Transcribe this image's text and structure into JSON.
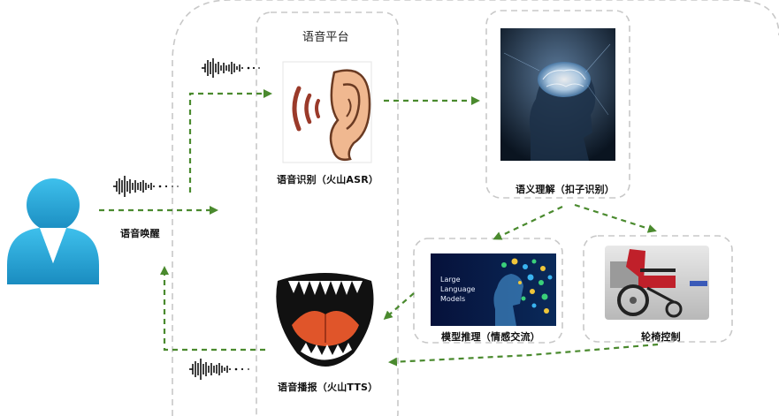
{
  "diagram": {
    "title": "语音平台",
    "labels": {
      "wake": "语音唤醒",
      "asr": "语音识别（火山ASR）",
      "nlu": "语义理解（扣子识别）",
      "llm": "模型推理（情感交流）",
      "wheelchair": "轮椅控制",
      "tts": "语音播报（火山TTS）"
    },
    "llm_image_text": [
      "Large",
      "Language",
      "Models"
    ],
    "colors": {
      "arrow": "#4a8a2e",
      "dashed_border": "#c8c8c8",
      "user_body": "#2aa8d8",
      "ear": "#f0b890",
      "sound_arcs": "#9a3a2a",
      "mouth_tongue": "#e0552a"
    },
    "icons": {
      "user": "user-avatar-icon",
      "ear": "ear-icon",
      "brain": "brain-icon",
      "llm": "ai-head-icon",
      "wheelchair": "wheelchair-icon",
      "mouth": "mouth-icon",
      "waveform": "sound-wave-icon"
    }
  }
}
